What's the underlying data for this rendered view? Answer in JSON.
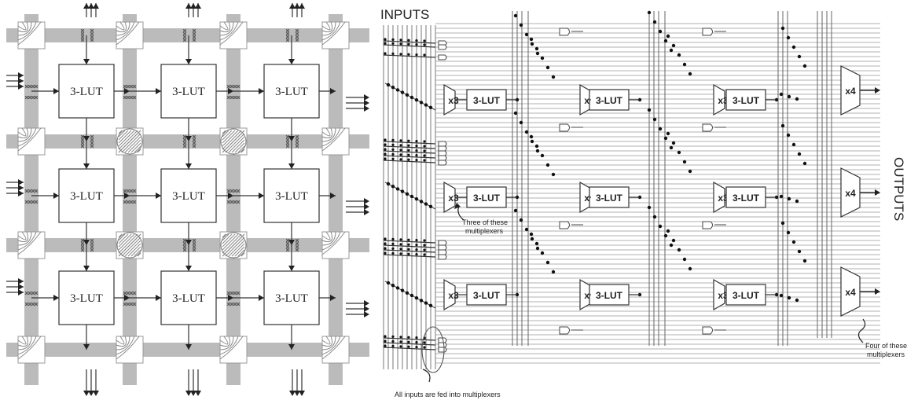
{
  "left": {
    "lut_label": "3-LUT"
  },
  "right": {
    "inputs_label": "INPUTS",
    "outputs_label": "OUTPUTS",
    "lut_label": "3-LUT",
    "mux3_label": "x3",
    "mux4_label": "x4",
    "note_three_line1": "Three of these",
    "note_three_line2": "multiplexers",
    "note_four_line1": "Four of these",
    "note_four_line2": "multiplexers",
    "note_all_inputs": "All inputs are fed into multiplexers"
  }
}
